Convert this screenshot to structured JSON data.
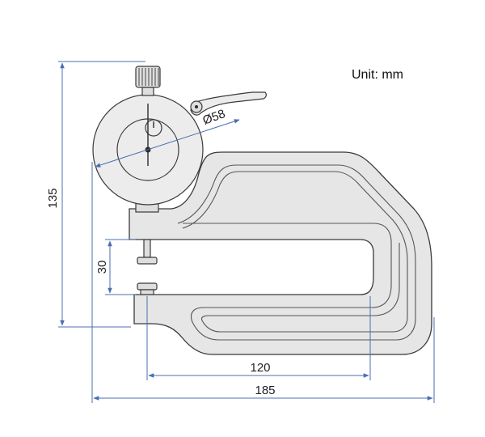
{
  "unit_label": "Unit: mm",
  "dimensions": {
    "dial_diameter": "Ø58",
    "total_height": "135",
    "gap": "30",
    "throat_depth": "120",
    "total_width": "185"
  },
  "colors": {
    "body": "#e6e6e6",
    "outline": "#3a3a3a",
    "dimension_line": "#4a6fb0"
  }
}
